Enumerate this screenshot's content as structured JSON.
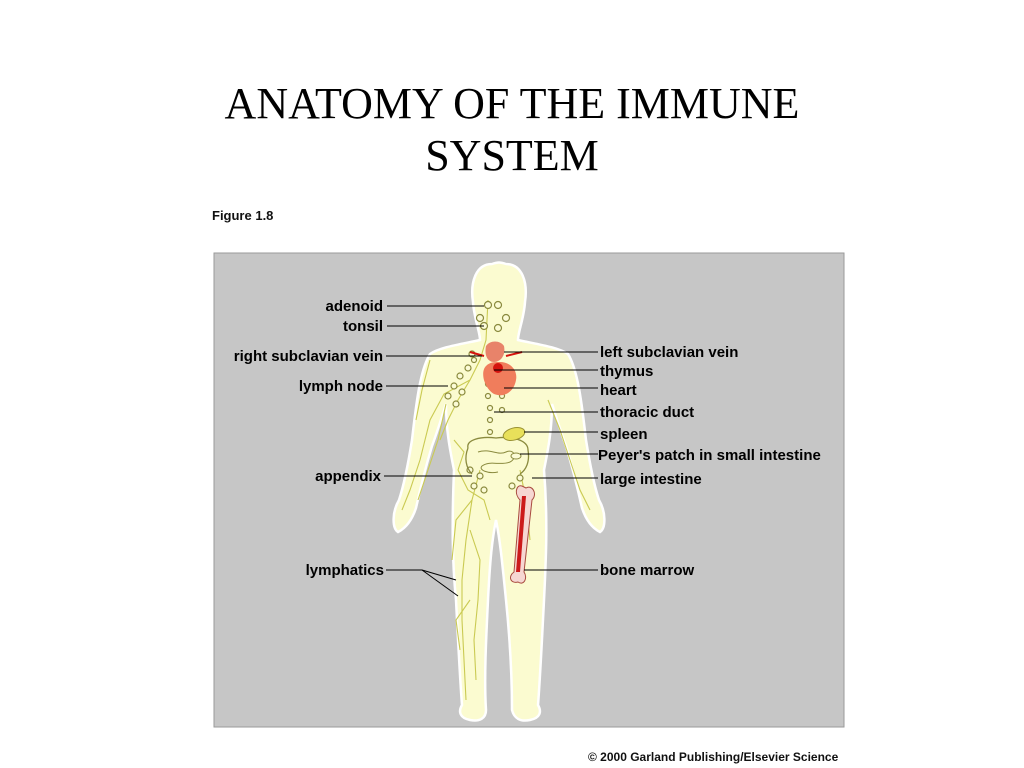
{
  "title": {
    "line1": "ANATOMY OF THE IMMUNE",
    "line2": "SYSTEM"
  },
  "figure": {
    "caption": "Figure 1.8",
    "copyright": "© 2000 Garland Publishing/Elsevier Science",
    "labels_left": {
      "adenoid": "adenoid",
      "tonsil": "tonsil",
      "right_subclavian_vein": "right subclavian vein",
      "lymph_node": "lymph node",
      "appendix": "appendix",
      "lymphatics": "lymphatics"
    },
    "labels_right": {
      "left_subclavian_vein": "left subclavian vein",
      "thymus": "thymus",
      "heart": "heart",
      "thoracic_duct": "thoracic duct",
      "spleen": "spleen",
      "peyers_patch": "Peyer's patch in small intestine",
      "large_intestine": "large intestine",
      "bone_marrow": "bone marrow"
    },
    "colors": {
      "panel": "#c6c6c6",
      "body_fill": "#fbfbd0",
      "body_outline": "#ffffff",
      "lymph_vessels": "#caca52",
      "thymus": "#e8836a",
      "heart": "#f07d5c",
      "heart_center": "#d4140f",
      "spleen": "#e8e05a",
      "bone_marrow": "#cc1a1a",
      "bone": "#f6d7d2"
    }
  }
}
